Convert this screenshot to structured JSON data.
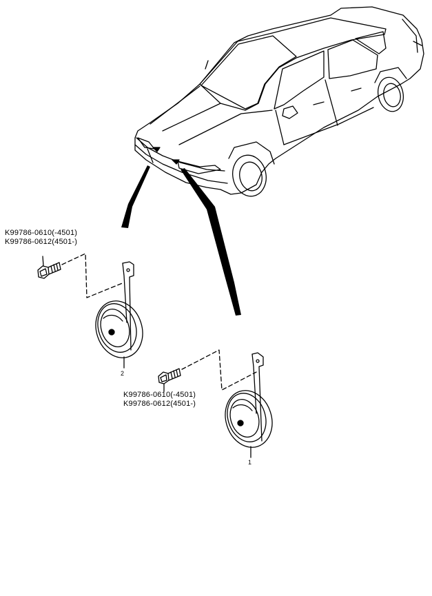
{
  "diagram": {
    "parts": {
      "bolt_upper": {
        "numbers": [
          "K99786-0610(-4501)",
          "K99786-0612(4501-)"
        ]
      },
      "bolt_lower": {
        "numbers": [
          "K99786-0610(-4501)",
          "K99786-0612(4501-)"
        ]
      }
    },
    "callouts": {
      "horn_left": "2",
      "horn_right": "1"
    },
    "colors": {
      "line": "#000000",
      "background": "#ffffff"
    }
  }
}
